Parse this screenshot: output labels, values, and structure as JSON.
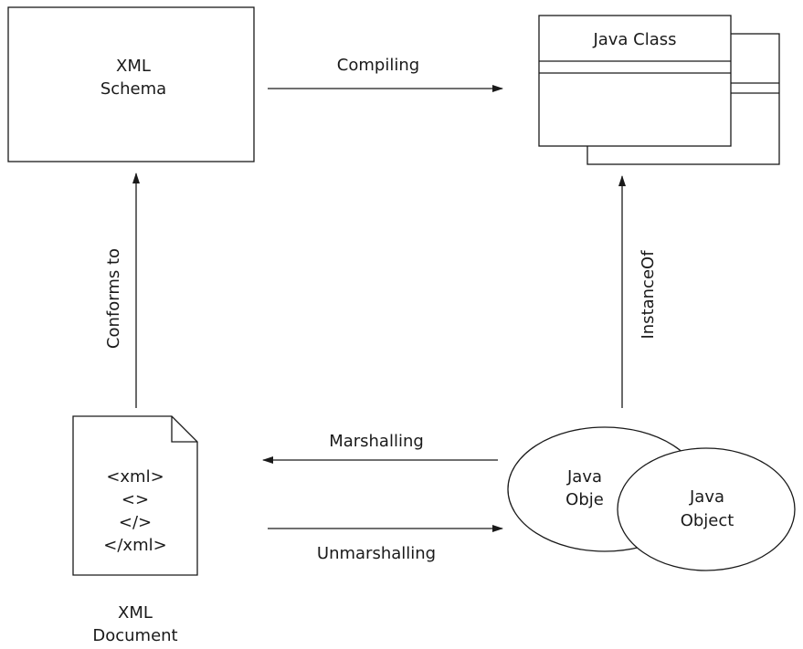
{
  "xml_schema": {
    "line1": "XML",
    "line2": "Schema"
  },
  "java_class": {
    "title": "Java Class"
  },
  "xml_document": {
    "content": [
      "<xml>",
      "<>",
      "</>",
      "</xml>"
    ],
    "caption_line1": "XML",
    "caption_line2": "Document"
  },
  "java_object_back": {
    "line1": "Java",
    "line2": "Obje"
  },
  "java_object_front": {
    "line1": "Java",
    "line2": "Object"
  },
  "arrows": {
    "compiling": "Compiling",
    "conforms_to": "Conforms to",
    "instance_of": "InstanceOf",
    "marshalling": "Marshalling",
    "unmarshalling": "Unmarshalling"
  }
}
